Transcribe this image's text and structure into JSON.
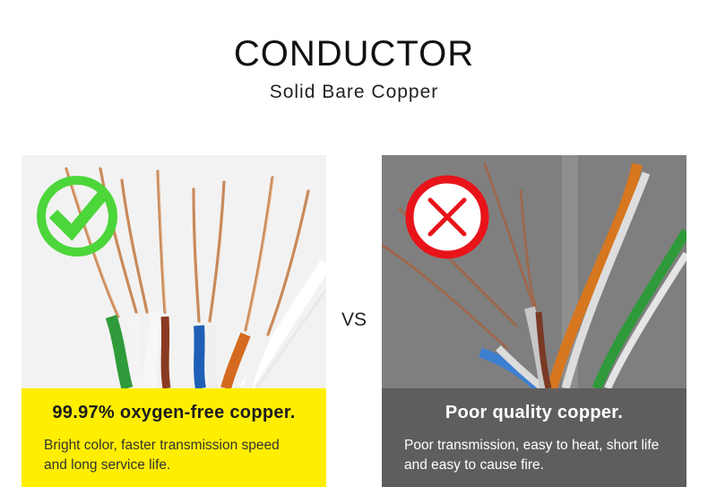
{
  "header": {
    "title": "CONDUCTOR",
    "subtitle": "Solid Bare Copper"
  },
  "vs_label": "VS",
  "good": {
    "headline": "99.97% oxygen-free copper.",
    "description": "Bright color, faster transmission speed and long service life.",
    "badge_color": "#4cd63a"
  },
  "bad": {
    "headline": "Poor quality copper.",
    "description": "Poor transmission, easy to heat, short life and easy to cause fire.",
    "badge_color": "#e8141a"
  }
}
